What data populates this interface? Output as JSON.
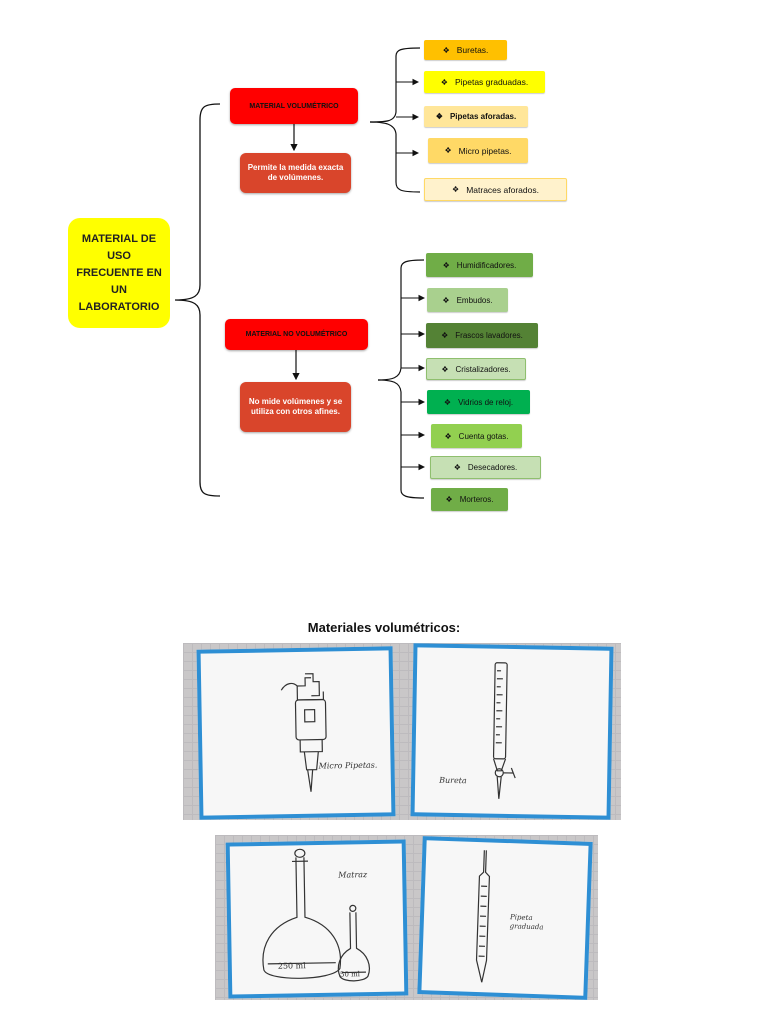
{
  "diagram": {
    "root": "MATERIAL DE USO FRECUENTE EN UN LABORATORIO",
    "volumetric": {
      "label": "MATERIAL VOLUMÉTRICO",
      "description": "Permite la medida exacta de volúmenes.",
      "items": [
        {
          "label": "Buretas.",
          "color": "#ffc000"
        },
        {
          "label": "Pipetas graduadas.",
          "color": "#ffff00"
        },
        {
          "label": "Pipetas aforadas.",
          "color": "#ffe699"
        },
        {
          "label": "Micro pipetas.",
          "color": "#ffd966"
        },
        {
          "label": "Matraces aforados.",
          "color": "#fff2cc"
        }
      ]
    },
    "non_volumetric": {
      "label": "MATERIAL NO VOLUMÉTRICO",
      "description": "No mide volúmenes y se utiliza con otros afines.",
      "items": [
        {
          "label": "Humidificadores.",
          "color": "#70ad47"
        },
        {
          "label": "Embudos.",
          "color": "#a9d08e"
        },
        {
          "label": "Frascos lavadores.",
          "color": "#548235"
        },
        {
          "label": "Cristalizadores.",
          "color": "#c6e0b4"
        },
        {
          "label": "Vidrios de reloj.",
          "color": "#00b050"
        },
        {
          "label": "Cuenta gotas.",
          "color": "#92d050"
        },
        {
          "label": "Desecadores.",
          "color": "#c6e0b4"
        },
        {
          "label": "Morteros.",
          "color": "#70ad47"
        }
      ]
    }
  },
  "section_title": "Materiales volumétricos:",
  "photos": [
    {
      "label": "Micro Pipetas.",
      "icon": "micropipette-drawing"
    },
    {
      "label": "Bureta",
      "icon": "burette-drawing"
    },
    {
      "label": "Matraz",
      "sublabel_a": "250 ml",
      "sublabel_b": "50 ml",
      "icon": "volumetric-flask-drawing"
    },
    {
      "label": "Pipeta graduada",
      "icon": "graduated-pipette-drawing"
    }
  ]
}
